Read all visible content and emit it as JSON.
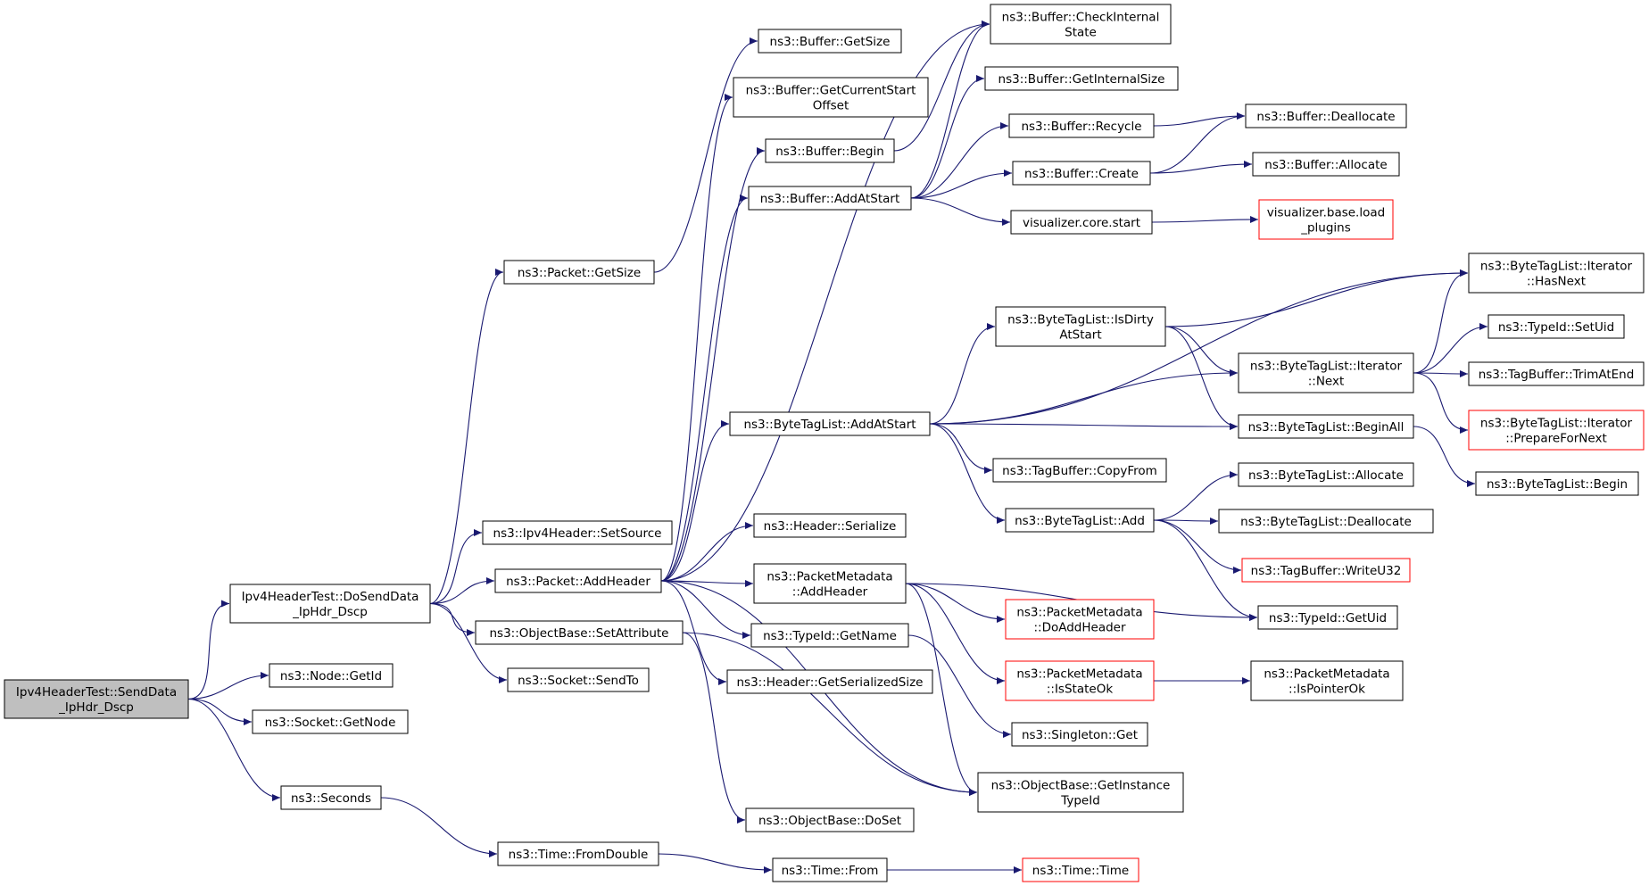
{
  "colors": {
    "edge": "#191970",
    "box_border": "#000000",
    "truncated_border": "#ff0000",
    "root_fill": "#bfbfbf",
    "box_fill": "#ffffff"
  },
  "graph": {
    "nodes": [
      {
        "id": "root",
        "lines": [
          "Ipv4HeaderTest::SendData",
          "_IpHdr_Dscp"
        ],
        "style": "root"
      },
      {
        "id": "doSend",
        "lines": [
          "Ipv4HeaderTest::DoSendData",
          "_IpHdr_Dscp"
        ],
        "style": "normal"
      },
      {
        "id": "nodeGetId",
        "lines": [
          "ns3::Node::GetId"
        ],
        "style": "normal"
      },
      {
        "id": "socketGetNode",
        "lines": [
          "ns3::Socket::GetNode"
        ],
        "style": "normal"
      },
      {
        "id": "seconds",
        "lines": [
          "ns3::Seconds"
        ],
        "style": "normal"
      },
      {
        "id": "packetGetSize",
        "lines": [
          "ns3::Packet::GetSize"
        ],
        "style": "normal"
      },
      {
        "id": "ipv4SetSource",
        "lines": [
          "ns3::Ipv4Header::SetSource"
        ],
        "style": "normal"
      },
      {
        "id": "packetAddHeader",
        "lines": [
          "ns3::Packet::AddHeader"
        ],
        "style": "normal"
      },
      {
        "id": "objSetAttr",
        "lines": [
          "ns3::ObjectBase::SetAttribute"
        ],
        "style": "normal"
      },
      {
        "id": "socketSendTo",
        "lines": [
          "ns3::Socket::SendTo"
        ],
        "style": "normal"
      },
      {
        "id": "timeFromDouble",
        "lines": [
          "ns3::Time::FromDouble"
        ],
        "style": "normal"
      },
      {
        "id": "bufGetSize",
        "lines": [
          "ns3::Buffer::GetSize"
        ],
        "style": "normal"
      },
      {
        "id": "bufGetCurStart",
        "lines": [
          "ns3::Buffer::GetCurrentStart",
          "Offset"
        ],
        "style": "normal"
      },
      {
        "id": "bufBegin",
        "lines": [
          "ns3::Buffer::Begin"
        ],
        "style": "normal"
      },
      {
        "id": "bufAddAtStart",
        "lines": [
          "ns3::Buffer::AddAtStart"
        ],
        "style": "normal"
      },
      {
        "id": "btlAddAtStart",
        "lines": [
          "ns3::ByteTagList::AddAtStart"
        ],
        "style": "normal"
      },
      {
        "id": "headerSerialize",
        "lines": [
          "ns3::Header::Serialize"
        ],
        "style": "normal"
      },
      {
        "id": "pmAddHeader",
        "lines": [
          "ns3::PacketMetadata",
          "::AddHeader"
        ],
        "style": "normal"
      },
      {
        "id": "typeGetName",
        "lines": [
          "ns3::TypeId::GetName"
        ],
        "style": "normal"
      },
      {
        "id": "headerGetSerSize",
        "lines": [
          "ns3::Header::GetSerializedSize"
        ],
        "style": "normal"
      },
      {
        "id": "objDoSet",
        "lines": [
          "ns3::ObjectBase::DoSet"
        ],
        "style": "normal"
      },
      {
        "id": "timeFrom",
        "lines": [
          "ns3::Time::From"
        ],
        "style": "normal"
      },
      {
        "id": "bufCheckInternal",
        "lines": [
          "ns3::Buffer::CheckInternal",
          "State"
        ],
        "style": "normal"
      },
      {
        "id": "bufGetInternalSize",
        "lines": [
          "ns3::Buffer::GetInternalSize"
        ],
        "style": "normal"
      },
      {
        "id": "bufRecycle",
        "lines": [
          "ns3::Buffer::Recycle"
        ],
        "style": "normal"
      },
      {
        "id": "bufCreate",
        "lines": [
          "ns3::Buffer::Create"
        ],
        "style": "normal"
      },
      {
        "id": "vizCoreStart",
        "lines": [
          "visualizer.core.start"
        ],
        "style": "normal"
      },
      {
        "id": "btlIsDirty",
        "lines": [
          "ns3::ByteTagList::IsDirty",
          "AtStart"
        ],
        "style": "normal"
      },
      {
        "id": "tbCopyFrom",
        "lines": [
          "ns3::TagBuffer::CopyFrom"
        ],
        "style": "normal"
      },
      {
        "id": "btlAdd",
        "lines": [
          "ns3::ByteTagList::Add"
        ],
        "style": "normal"
      },
      {
        "id": "pmDoAddHeader",
        "lines": [
          "ns3::PacketMetadata",
          "::DoAddHeader"
        ],
        "style": "truncated"
      },
      {
        "id": "pmIsStateOk",
        "lines": [
          "ns3::PacketMetadata",
          "::IsStateOk"
        ],
        "style": "truncated"
      },
      {
        "id": "singletonGet",
        "lines": [
          "ns3::Singleton::Get"
        ],
        "style": "normal"
      },
      {
        "id": "objGetInstTypeId",
        "lines": [
          "ns3::ObjectBase::GetInstance",
          "TypeId"
        ],
        "style": "normal"
      },
      {
        "id": "timeTime",
        "lines": [
          "ns3::Time::Time"
        ],
        "style": "truncated"
      },
      {
        "id": "bufDeallocate",
        "lines": [
          "ns3::Buffer::Deallocate"
        ],
        "style": "normal"
      },
      {
        "id": "bufAllocate",
        "lines": [
          "ns3::Buffer::Allocate"
        ],
        "style": "normal"
      },
      {
        "id": "vizLoadPlugins",
        "lines": [
          "visualizer.base.load",
          "_plugins"
        ],
        "style": "truncated"
      },
      {
        "id": "btlIterNext",
        "lines": [
          "ns3::ByteTagList::Iterator",
          "::Next"
        ],
        "style": "normal"
      },
      {
        "id": "btlBeginAll",
        "lines": [
          "ns3::ByteTagList::BeginAll"
        ],
        "style": "normal"
      },
      {
        "id": "btlAllocate",
        "lines": [
          "ns3::ByteTagList::Allocate"
        ],
        "style": "normal"
      },
      {
        "id": "btlDeallocate",
        "lines": [
          "ns3::ByteTagList::Deallocate"
        ],
        "style": "normal"
      },
      {
        "id": "tbWriteU32",
        "lines": [
          "ns3::TagBuffer::WriteU32"
        ],
        "style": "truncated"
      },
      {
        "id": "typeGetUid",
        "lines": [
          "ns3::TypeId::GetUid"
        ],
        "style": "normal"
      },
      {
        "id": "pmIsPointerOk",
        "lines": [
          "ns3::PacketMetadata",
          "::IsPointerOk"
        ],
        "style": "normal"
      },
      {
        "id": "btlIterHasNext",
        "lines": [
          "ns3::ByteTagList::Iterator",
          "::HasNext"
        ],
        "style": "normal"
      },
      {
        "id": "typeSetUid",
        "lines": [
          "ns3::TypeId::SetUid"
        ],
        "style": "normal"
      },
      {
        "id": "tbTrimAtEnd",
        "lines": [
          "ns3::TagBuffer::TrimAtEnd"
        ],
        "style": "normal"
      },
      {
        "id": "btlIterPrepare",
        "lines": [
          "ns3::ByteTagList::Iterator",
          "::PrepareForNext"
        ],
        "style": "truncated"
      },
      {
        "id": "btlBegin",
        "lines": [
          "ns3::ByteTagList::Begin"
        ],
        "style": "normal"
      }
    ],
    "edges": [
      [
        "root",
        "doSend"
      ],
      [
        "root",
        "nodeGetId"
      ],
      [
        "root",
        "socketGetNode"
      ],
      [
        "root",
        "seconds"
      ],
      [
        "doSend",
        "packetGetSize"
      ],
      [
        "doSend",
        "ipv4SetSource"
      ],
      [
        "doSend",
        "packetAddHeader"
      ],
      [
        "doSend",
        "objSetAttr"
      ],
      [
        "doSend",
        "socketSendTo"
      ],
      [
        "seconds",
        "timeFromDouble"
      ],
      [
        "timeFromDouble",
        "timeFrom"
      ],
      [
        "timeFrom",
        "timeTime"
      ],
      [
        "packetGetSize",
        "bufGetSize"
      ],
      [
        "packetAddHeader",
        "bufGetCurStart"
      ],
      [
        "packetAddHeader",
        "bufBegin"
      ],
      [
        "packetAddHeader",
        "bufAddAtStart"
      ],
      [
        "packetAddHeader",
        "btlAddAtStart"
      ],
      [
        "packetAddHeader",
        "headerSerialize"
      ],
      [
        "packetAddHeader",
        "pmAddHeader"
      ],
      [
        "packetAddHeader",
        "typeGetName"
      ],
      [
        "packetAddHeader",
        "headerGetSerSize"
      ],
      [
        "packetAddHeader",
        "objGetInstTypeId"
      ],
      [
        "packetAddHeader",
        "bufCheckInternal"
      ],
      [
        "objSetAttr",
        "objDoSet"
      ],
      [
        "objSetAttr",
        "objGetInstTypeId"
      ],
      [
        "bufBegin",
        "bufCheckInternal"
      ],
      [
        "bufAddAtStart",
        "bufCheckInternal"
      ],
      [
        "bufAddAtStart",
        "bufGetInternalSize"
      ],
      [
        "bufAddAtStart",
        "bufRecycle"
      ],
      [
        "bufAddAtStart",
        "bufCreate"
      ],
      [
        "bufAddAtStart",
        "vizCoreStart"
      ],
      [
        "bufRecycle",
        "bufDeallocate"
      ],
      [
        "bufCreate",
        "bufDeallocate"
      ],
      [
        "bufCreate",
        "bufAllocate"
      ],
      [
        "vizCoreStart",
        "vizLoadPlugins"
      ],
      [
        "btlAddAtStart",
        "btlIterHasNext"
      ],
      [
        "btlAddAtStart",
        "btlIsDirty"
      ],
      [
        "btlAddAtStart",
        "btlIterNext"
      ],
      [
        "btlAddAtStart",
        "btlBeginAll"
      ],
      [
        "btlAddAtStart",
        "tbCopyFrom"
      ],
      [
        "btlAddAtStart",
        "btlAdd"
      ],
      [
        "btlIsDirty",
        "btlIterHasNext"
      ],
      [
        "btlIsDirty",
        "btlIterNext"
      ],
      [
        "btlIsDirty",
        "btlBeginAll"
      ],
      [
        "btlIterNext",
        "btlIterHasNext"
      ],
      [
        "btlIterNext",
        "typeSetUid"
      ],
      [
        "btlIterNext",
        "tbTrimAtEnd"
      ],
      [
        "btlIterNext",
        "btlIterPrepare"
      ],
      [
        "btlBeginAll",
        "btlBegin"
      ],
      [
        "btlAdd",
        "btlAllocate"
      ],
      [
        "btlAdd",
        "btlDeallocate"
      ],
      [
        "btlAdd",
        "tbWriteU32"
      ],
      [
        "btlAdd",
        "typeGetUid"
      ],
      [
        "pmAddHeader",
        "typeGetUid"
      ],
      [
        "pmAddHeader",
        "pmDoAddHeader"
      ],
      [
        "pmAddHeader",
        "pmIsStateOk"
      ],
      [
        "pmAddHeader",
        "objGetInstTypeId"
      ],
      [
        "pmIsStateOk",
        "pmIsPointerOk"
      ],
      [
        "typeGetName",
        "singletonGet"
      ]
    ]
  }
}
